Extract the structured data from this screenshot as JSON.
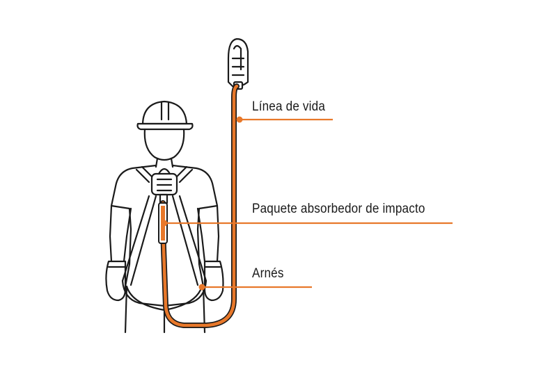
{
  "labels": {
    "lifeline": "Línea de vida",
    "absorber": "Paquete absorbedor de impacto",
    "harness": "Arnés"
  },
  "colors": {
    "outline": "#1a1a1a",
    "accent": "#e8782a",
    "background": "#ffffff"
  }
}
